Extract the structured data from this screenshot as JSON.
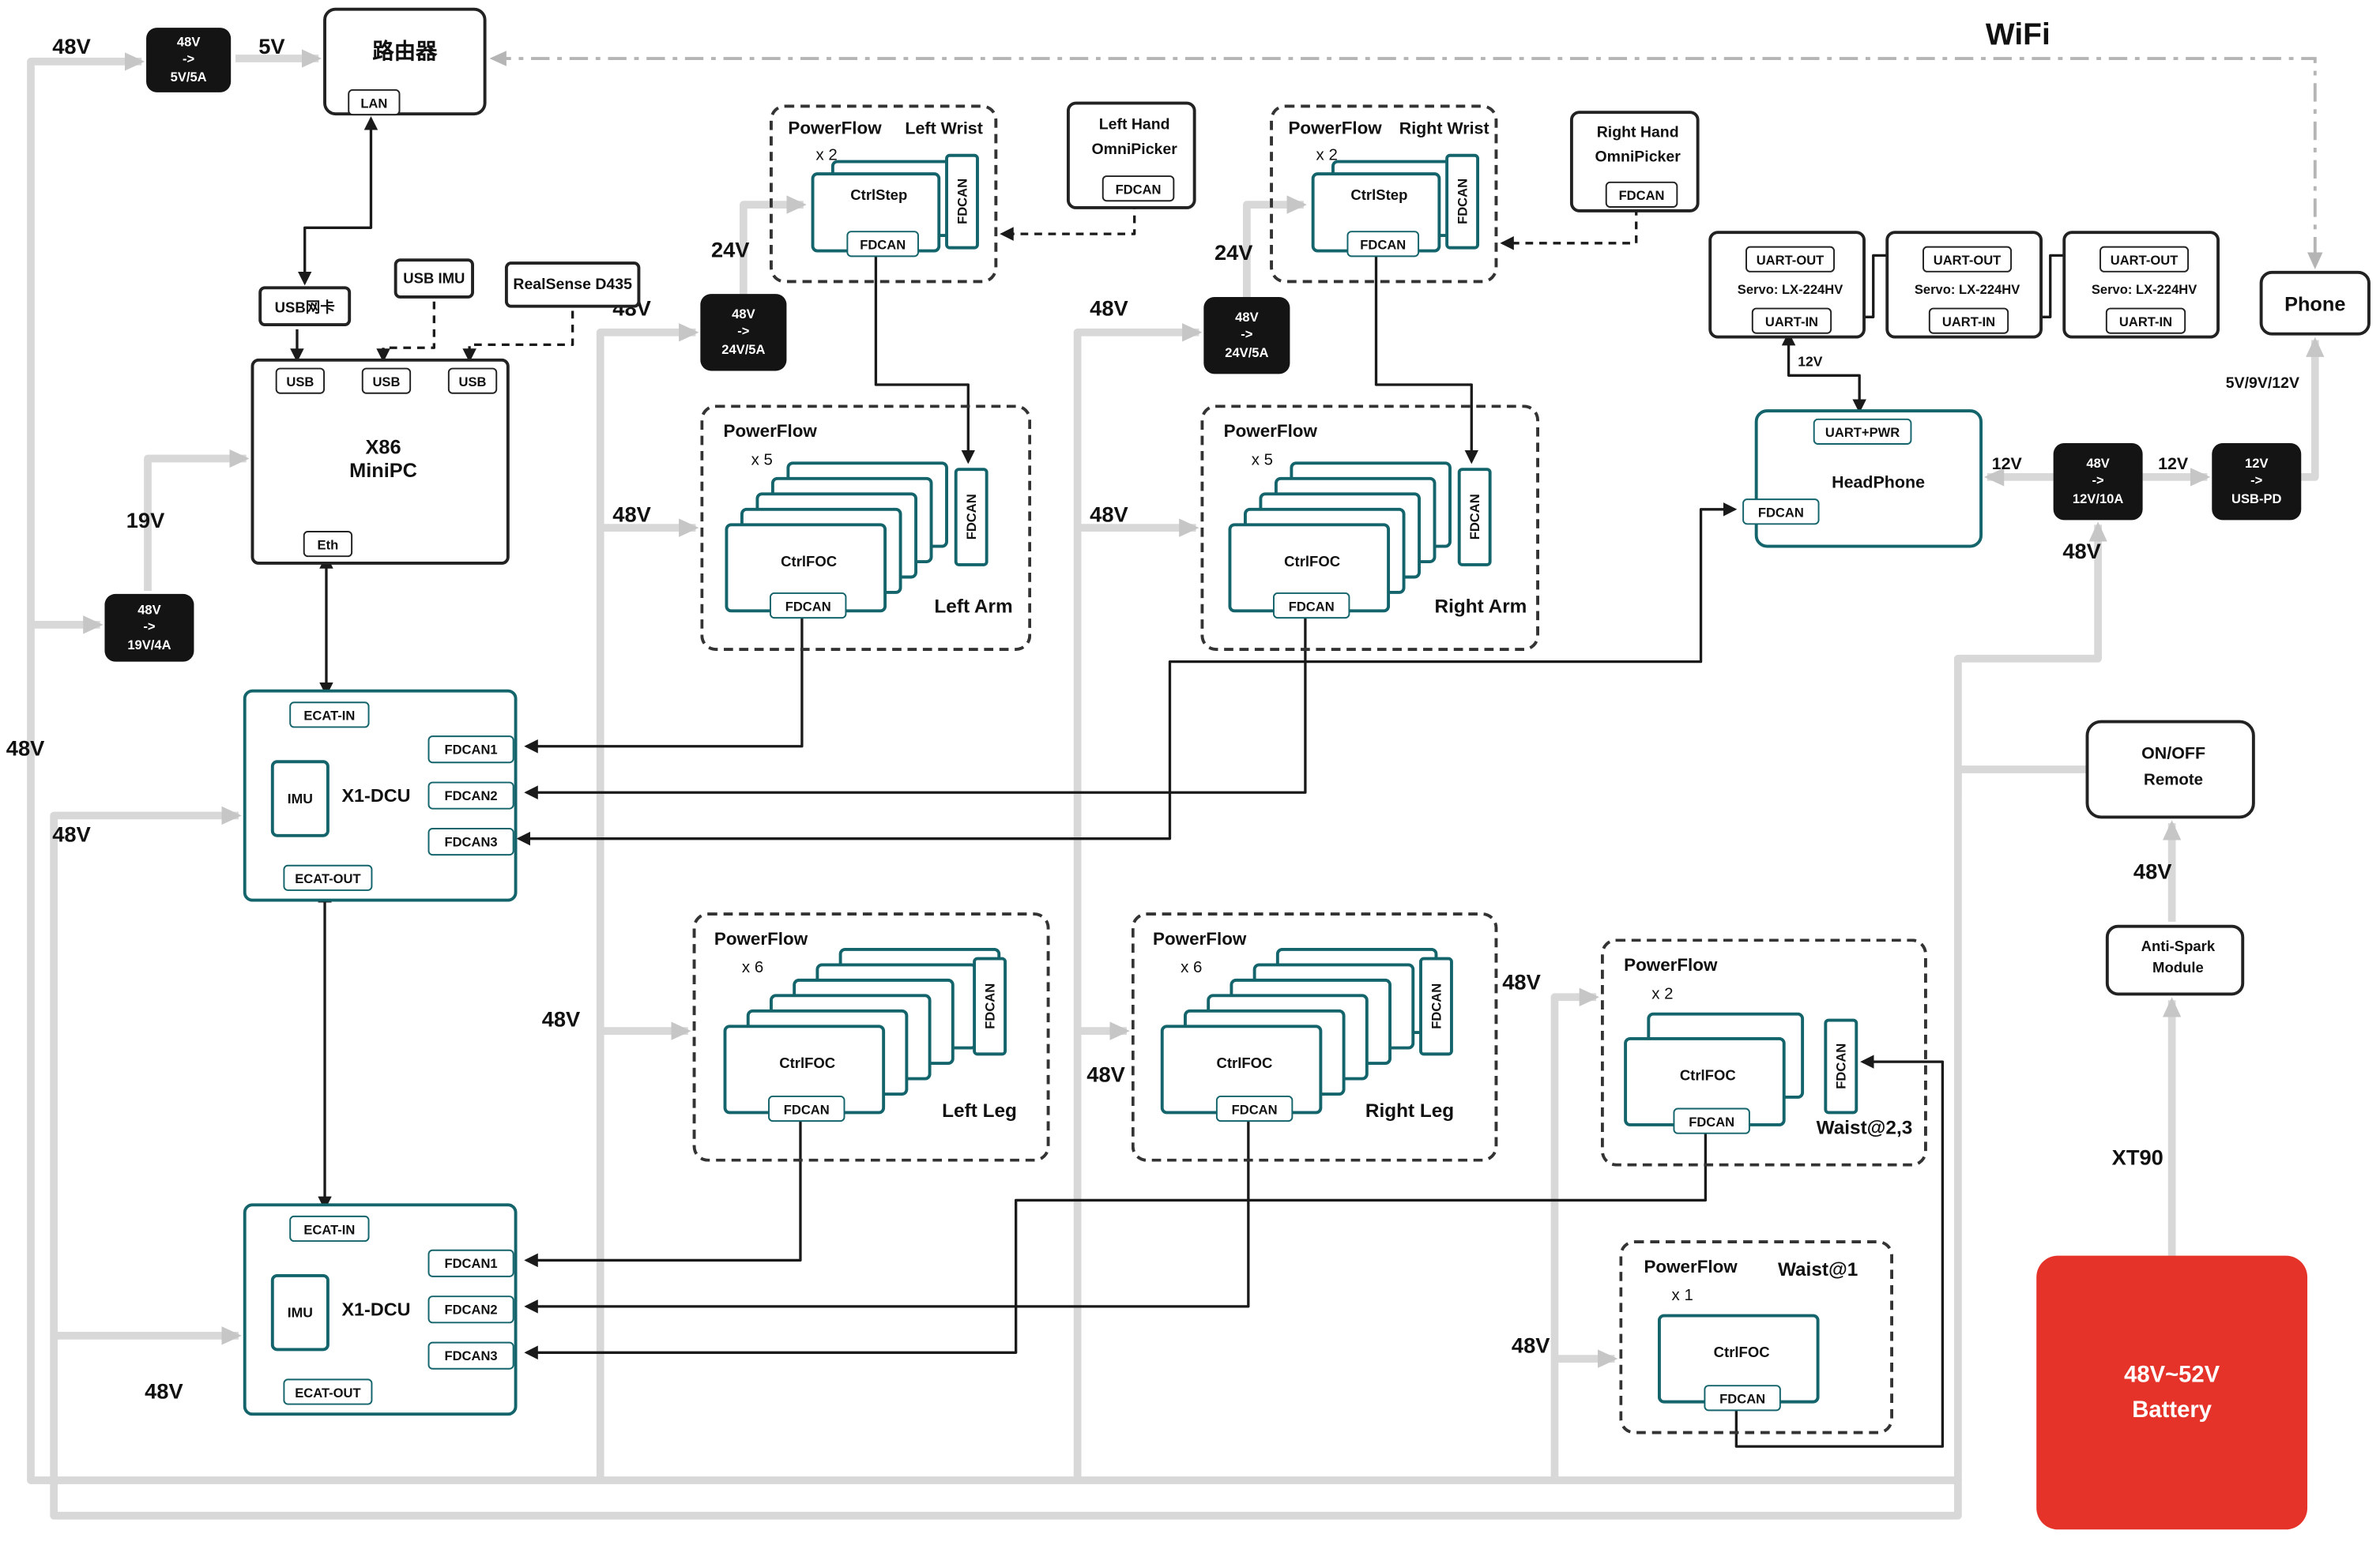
{
  "colors": {
    "teal": "#14646c",
    "wire_gray": "#d8d8d8",
    "battery_red": "#e5332a",
    "converter_black": "#141414"
  },
  "labels": {
    "v48": "48V",
    "v5": "5V",
    "v19": "19V",
    "v24": "24V",
    "v12": "12V",
    "v5912": "5V/9V/12V",
    "wifi": "WiFi",
    "xt90": "XT90"
  },
  "router": {
    "name": "路由器",
    "lan": "LAN"
  },
  "converters": {
    "to5": {
      "in": "48V",
      "arrow": "->",
      "out": "5V/5A"
    },
    "to19": {
      "in": "48V",
      "arrow": "->",
      "out": "19V/4A"
    },
    "to24": {
      "in": "48V",
      "arrow": "->",
      "out": "24V/5A"
    },
    "to12": {
      "in": "48V",
      "arrow": "->",
      "out": "12V/10A"
    },
    "usbpd": {
      "in": "12V",
      "arrow": "->",
      "out": "USB-PD"
    }
  },
  "peripherals": {
    "usb_nic": "USB网卡",
    "usb_imu": "USB IMU",
    "realsense": "RealSense D435"
  },
  "minipc": {
    "line1": "X86",
    "line2": "MiniPC",
    "usb": "USB",
    "eth": "Eth"
  },
  "dcu": {
    "name": "X1-DCU",
    "imu": "IMU",
    "ecat_in": "ECAT-IN",
    "ecat_out": "ECAT-OUT",
    "fdcan1": "FDCAN1",
    "fdcan2": "FDCAN2",
    "fdcan3": "FDCAN3"
  },
  "powerflow": {
    "title": "PowerFlow",
    "x1": "x 1",
    "x2": "x 2",
    "x5": "x 5",
    "x6": "x 6",
    "ctrlstep": "CtrlStep",
    "ctrlfoc": "CtrlFOC",
    "fdcan": "FDCAN"
  },
  "groups": {
    "left_wrist": "Left Wrist",
    "right_wrist": "Right Wrist",
    "left_arm": "Left Arm",
    "right_arm": "Right Arm",
    "left_leg": "Left Leg",
    "right_leg": "Right Leg",
    "waist23": "Waist@2,3",
    "waist1": "Waist@1"
  },
  "hands": {
    "left": "Left Hand",
    "right": "Right Hand",
    "type": "OmniPicker",
    "fdcan": "FDCAN"
  },
  "servo": {
    "uart_out": "UART-OUT",
    "name": "Servo: LX-224HV",
    "uart_in": "UART-IN"
  },
  "headphone": {
    "uart": "UART+PWR",
    "name": "HeadPhone",
    "fdcan": "FDCAN"
  },
  "phone": {
    "name": "Phone"
  },
  "remote": {
    "line1": "ON/OFF",
    "line2": "Remote"
  },
  "antispark": {
    "line1": "Anti-Spark",
    "line2": "Module"
  },
  "battery": {
    "line1": "48V~52V",
    "line2": "Battery"
  }
}
